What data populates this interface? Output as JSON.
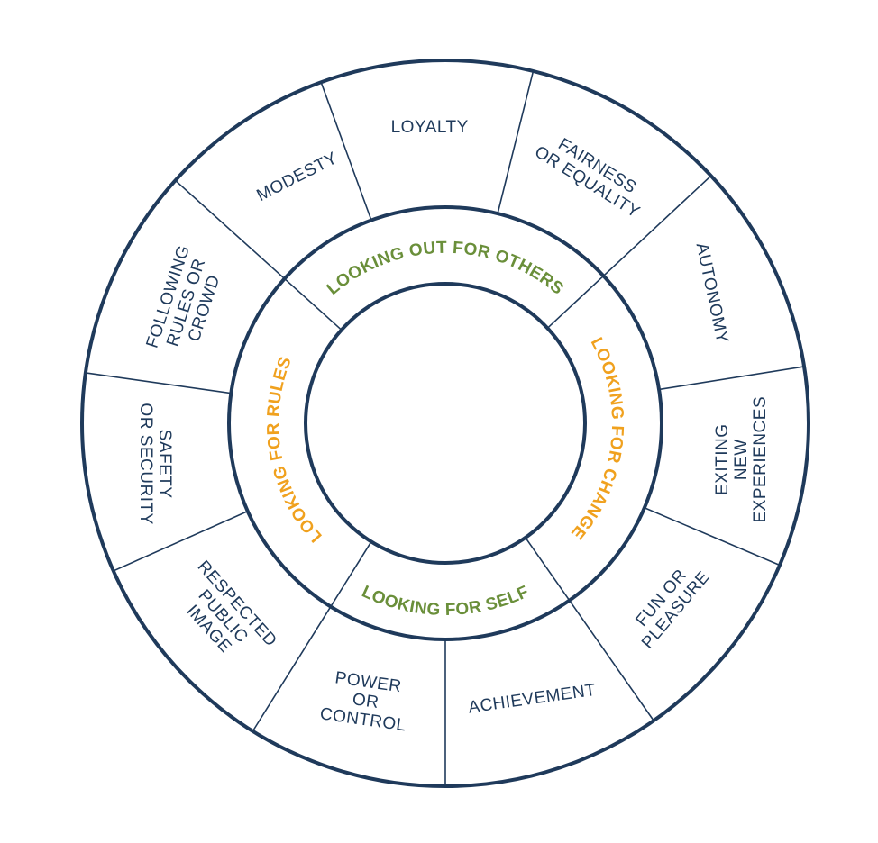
{
  "colors": {
    "line": "#1f3a5b",
    "text": "#1f3a5b",
    "others": "#6a8f3a",
    "self": "#6a8f3a",
    "rules": "#f0a11e",
    "change": "#f0a11e"
  },
  "inner_ring": [
    {
      "key": "others",
      "label": "LOOKING OUT FOR OTHERS"
    },
    {
      "key": "change",
      "label": "LOOKING FOR CHANGE"
    },
    {
      "key": "self",
      "label": "LOOKING FOR SELF"
    },
    {
      "key": "rules",
      "label": "LOOKING FOR RULES"
    }
  ],
  "outer_ring": [
    {
      "key": "loyalty",
      "lines": [
        "LOYALTY"
      ]
    },
    {
      "key": "fairness",
      "lines": [
        "FAIRNESS",
        "OR EQUALITY"
      ]
    },
    {
      "key": "autonomy",
      "lines": [
        "AUTONOMY"
      ]
    },
    {
      "key": "experiences",
      "lines": [
        "EXITING",
        "NEW",
        "EXPERIENCES"
      ]
    },
    {
      "key": "fun",
      "lines": [
        "FUN OR",
        "PLEASURE"
      ]
    },
    {
      "key": "achievement",
      "lines": [
        "ACHIEVEMENT"
      ]
    },
    {
      "key": "power",
      "lines": [
        "POWER",
        "OR",
        "CONTROL"
      ]
    },
    {
      "key": "image",
      "lines": [
        "RESPECTED",
        "PUBLIC",
        "IMAGE"
      ]
    },
    {
      "key": "safety",
      "lines": [
        "SAFETY",
        "OR SECURITY"
      ]
    },
    {
      "key": "rules-crowd",
      "lines": [
        "FOLLOWING",
        "RULES OR",
        "CROWD"
      ]
    },
    {
      "key": "modesty",
      "lines": [
        "MODESTY"
      ]
    }
  ]
}
